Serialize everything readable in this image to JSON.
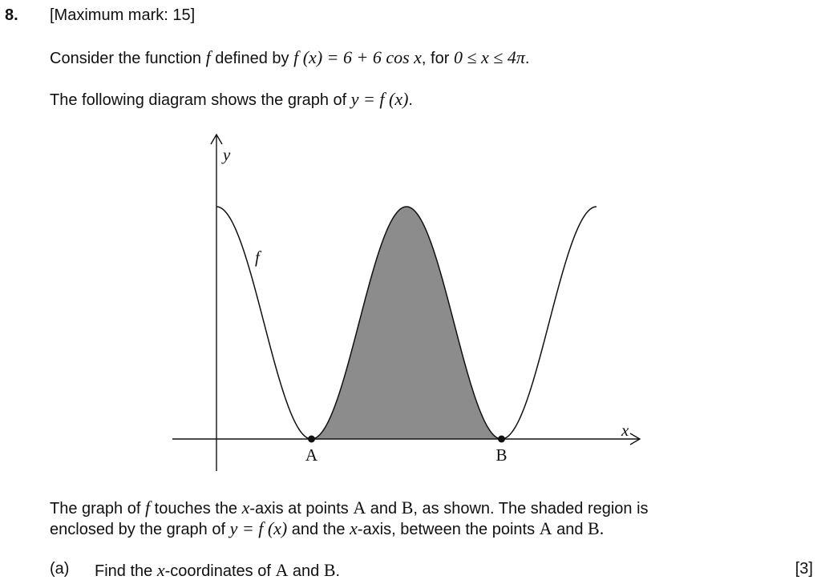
{
  "question": {
    "number": "8.",
    "max_mark": "[Maximum mark: 15]",
    "line1": {
      "t1": "Consider the function ",
      "f": "f",
      "t2": " defined by ",
      "expr": "f (x) = 6 + 6 cos x",
      "t3": ", for ",
      "domain": "0 ≤ x ≤ 4π",
      "t4": "."
    },
    "line2": {
      "t1": "The following diagram shows the graph of ",
      "expr": "y = f (x)",
      "t2": "."
    },
    "line3": {
      "t1": "The graph of ",
      "f": "f",
      "t2": " touches the ",
      "x": "x",
      "t3": "-axis at points ",
      "A": "A",
      "t4": " and ",
      "B": "B",
      "t5": ", as shown. The shaded region is"
    },
    "line4": {
      "t1": "enclosed by the graph of ",
      "expr": "y = f (x)",
      "t2": " and the ",
      "x": "x",
      "t3": "-axis, between the points ",
      "A": "A",
      "t4": " and ",
      "B": "B",
      "t5": "."
    },
    "part_a": {
      "label": "(a)",
      "t1": "Find the ",
      "x": "x",
      "t2": "-coordinates of ",
      "A": "A",
      "t3": " and ",
      "B": "B",
      "t4": ".",
      "marks": "[3]"
    }
  },
  "diagram": {
    "y_axis_label": "y",
    "x_axis_label": "x",
    "curve_label": "f",
    "point_a_label": "A",
    "point_b_label": "B",
    "shade_color": "#8c8c8c",
    "function": {
      "a": 6,
      "b": 6,
      "x_min": 0,
      "x_max": 12.566370614359172
    }
  }
}
